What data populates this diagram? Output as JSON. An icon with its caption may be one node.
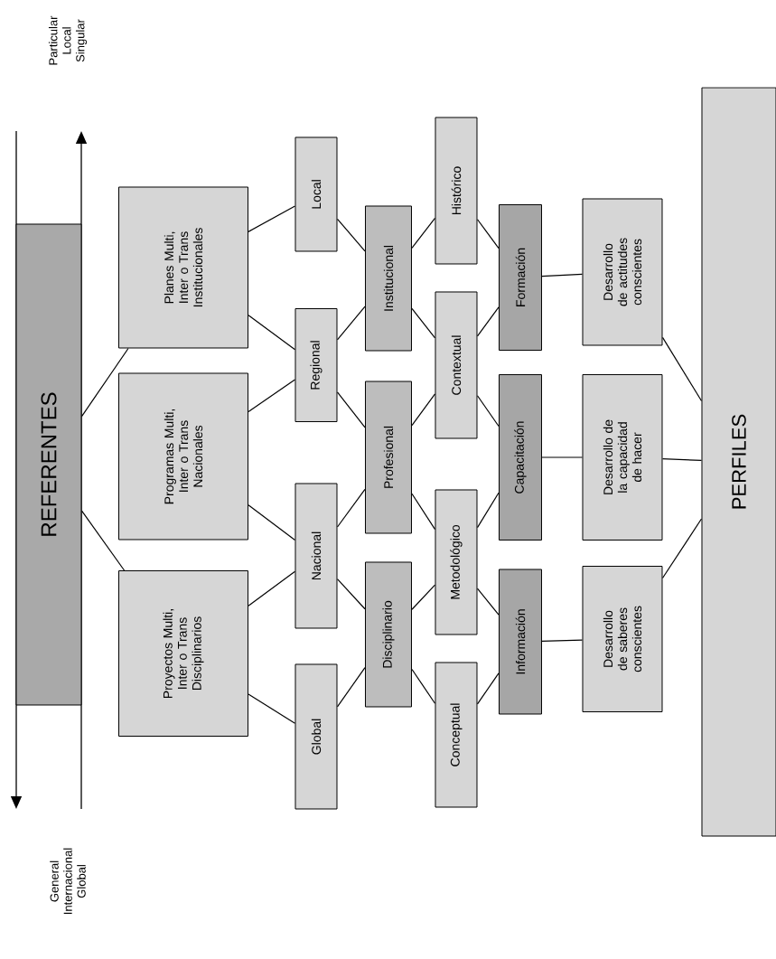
{
  "diagram": {
    "nodes": [
      {
        "text": [
          "REFERENTES"
        ]
      },
      {
        "text": [
          "Planes Multi, Inter o Trans Institucionales"
        ]
      },
      {
        "text": [
          "Programas Multi, Inter o Trans Nacionales"
        ]
      },
      {
        "text": [
          "Proyectos Multi, Inter o Trans Disciplinarios"
        ]
      },
      {
        "text": [
          "Local"
        ]
      },
      {
        "text": [
          "Regional"
        ]
      },
      {
        "text": [
          "Nacional"
        ]
      },
      {
        "text": [
          "Global"
        ]
      },
      {
        "text": [
          "Institucional"
        ]
      },
      {
        "text": [
          "Profesional"
        ]
      },
      {
        "text": [
          "Disciplinario"
        ]
      },
      {
        "text": [
          "Histórico"
        ]
      },
      {
        "text": [
          "Contextual"
        ]
      },
      {
        "text": [
          "Metodológico"
        ]
      },
      {
        "text": [
          "Conceptual"
        ]
      },
      {
        "text": [
          "Formación"
        ]
      },
      {
        "text": [
          "Capacitación"
        ]
      },
      {
        "text": [
          "Información"
        ]
      },
      {
        "text": [
          "Desarrollo de actitudes conscientes"
        ]
      },
      {
        "text": [
          "Desarrollo de la capacidad de hacer"
        ]
      },
      {
        "text": [
          "Desarrollo de saberes conscientes"
        ]
      },
      {
        "text": [
          "PERFILES"
        ]
      }
    ],
    "edges": [
      {
        "from": 0,
        "to": 1,
        "arrow": "none"
      },
      {
        "from": 1,
        "to": 4,
        "arrow": "none"
      },
      {
        "from": 1,
        "to": 5,
        "arrow": "none"
      },
      {
        "from": 2,
        "to": 5,
        "arrow": "none"
      },
      {
        "from": 2,
        "to": 6,
        "arrow": "none"
      },
      {
        "from": 0,
        "to": 3,
        "arrow": "none"
      },
      {
        "from": 3,
        "to": 6,
        "arrow": "none"
      },
      {
        "from": 3,
        "to": 7,
        "arrow": "none"
      },
      {
        "from": 4,
        "to": 8,
        "arrow": "none"
      },
      {
        "from": 5,
        "to": 8,
        "arrow": "none"
      },
      {
        "from": 5,
        "to": 9,
        "arrow": "none"
      },
      {
        "from": 6,
        "to": 9,
        "arrow": "none"
      },
      {
        "from": 6,
        "to": 10,
        "arrow": "none"
      },
      {
        "from": 7,
        "to": 10,
        "arrow": "none"
      },
      {
        "from": 8,
        "to": 11,
        "arrow": "none"
      },
      {
        "from": 8,
        "to": 12,
        "arrow": "none"
      },
      {
        "from": 9,
        "to": 12,
        "arrow": "none"
      },
      {
        "from": 9,
        "to": 13,
        "arrow": "none"
      },
      {
        "from": 10,
        "to": 13,
        "arrow": "none"
      },
      {
        "from": 10,
        "to": 14,
        "arrow": "none"
      },
      {
        "from": 11,
        "to": 15,
        "arrow": "none"
      },
      {
        "from": 12,
        "to": 15,
        "arrow": "none"
      },
      {
        "from": 12,
        "to": 16,
        "arrow": "none"
      },
      {
        "from": 13,
        "to": 16,
        "arrow": "none"
      },
      {
        "from": 13,
        "to": 17,
        "arrow": "none"
      },
      {
        "from": 14,
        "to": 17,
        "arrow": "none"
      },
      {
        "from": 15,
        "to": 18,
        "arrow": "none"
      },
      {
        "from": 18,
        "to": 21,
        "arrow": "none"
      },
      {
        "from": 16,
        "to": 19,
        "arrow": "none"
      },
      {
        "from": 19,
        "to": 21,
        "arrow": "none"
      },
      {
        "from": 17,
        "to": 20,
        "arrow": "none"
      },
      {
        "from": 20,
        "to": 21,
        "arrow": "none"
      }
    ],
    "labels": [
      "Particular Local Singular",
      "General Internacional Global"
    ]
  }
}
